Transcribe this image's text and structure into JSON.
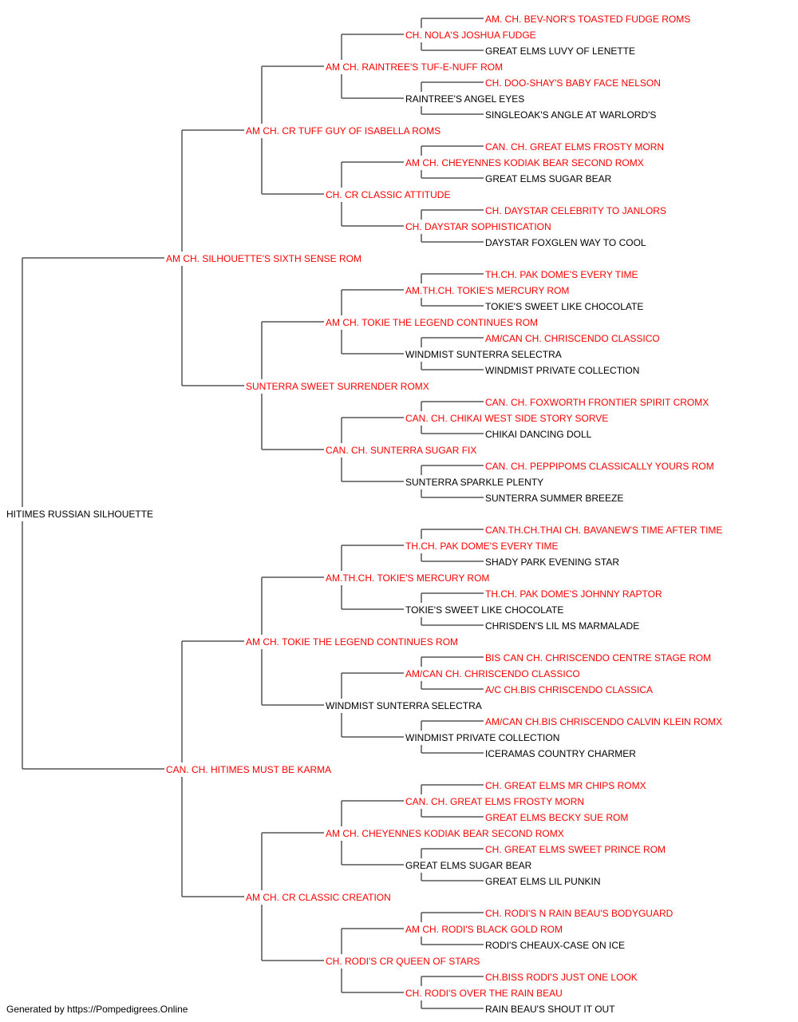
{
  "colors": {
    "champion": "#ff0000",
    "normal": "#000000",
    "connector": "#555555"
  },
  "pedigree": {
    "name": "HITIMES RUSSIAN SILHOUETTE",
    "champion": false,
    "sire": {
      "name": "AM CH. SILHOUETTE'S SIXTH SENSE ROM",
      "champion": true,
      "sire": {
        "name": "AM CH. CR TUFF GUY OF ISABELLA ROMS",
        "champion": true,
        "sire": {
          "name": "AM CH. RAINTREE'S TUF-E-NUFF ROM",
          "champion": true,
          "sire": {
            "name": "CH. NOLA'S JOSHUA FUDGE",
            "champion": true,
            "sire": {
              "name": "AM. CH. BEV-NOR'S TOASTED FUDGE ROMS",
              "champion": true
            },
            "dam": {
              "name": "GREAT ELMS LUVY OF LENETTE",
              "champion": false
            }
          },
          "dam": {
            "name": "RAINTREE'S ANGEL EYES",
            "champion": false,
            "sire": {
              "name": "CH. DOO-SHAY'S BABY FACE NELSON",
              "champion": true
            },
            "dam": {
              "name": "SINGLEOAK'S ANGLE AT WARLORD'S",
              "champion": false
            }
          }
        },
        "dam": {
          "name": "CH. CR CLASSIC ATTITUDE",
          "champion": true,
          "sire": {
            "name": "AM CH. CHEYENNES KODIAK BEAR SECOND ROMX",
            "champion": true,
            "sire": {
              "name": "CAN. CH. GREAT ELMS FROSTY MORN",
              "champion": true
            },
            "dam": {
              "name": "GREAT ELMS SUGAR BEAR",
              "champion": false
            }
          },
          "dam": {
            "name": "CH. DAYSTAR SOPHISTICATION",
            "champion": true,
            "sire": {
              "name": "CH. DAYSTAR CELEBRITY TO JANLORS",
              "champion": true
            },
            "dam": {
              "name": "DAYSTAR FOXGLEN WAY TO COOL",
              "champion": false
            }
          }
        }
      },
      "dam": {
        "name": "SUNTERRA SWEET SURRENDER ROMX",
        "champion": true,
        "sire": {
          "name": "AM CH. TOKIE THE LEGEND CONTINUES ROM",
          "champion": true,
          "sire": {
            "name": "AM.TH.CH. TOKIE'S MERCURY ROM",
            "champion": true,
            "sire": {
              "name": "TH.CH. PAK DOME'S EVERY TIME",
              "champion": true
            },
            "dam": {
              "name": "TOKIE'S SWEET LIKE CHOCOLATE",
              "champion": false
            }
          },
          "dam": {
            "name": "WINDMIST SUNTERRA SELECTRA",
            "champion": false,
            "sire": {
              "name": "AM/CAN CH. CHRISCENDO CLASSICO",
              "champion": true
            },
            "dam": {
              "name": "WINDMIST PRIVATE COLLECTION",
              "champion": false
            }
          }
        },
        "dam": {
          "name": "CAN. CH. SUNTERRA SUGAR FIX",
          "champion": true,
          "sire": {
            "name": "CAN. CH. CHIKAI WEST SIDE STORY SORVE",
            "champion": true,
            "sire": {
              "name": "CAN. CH. FOXWORTH FRONTIER SPIRIT CROMX",
              "champion": true
            },
            "dam": {
              "name": "CHIKAI DANCING DOLL",
              "champion": false
            }
          },
          "dam": {
            "name": "SUNTERRA SPARKLE PLENTY",
            "champion": false,
            "sire": {
              "name": "CAN. CH. PEPPIPOMS CLASSICALLY YOURS ROM",
              "champion": true
            },
            "dam": {
              "name": "SUNTERRA SUMMER BREEZE",
              "champion": false
            }
          }
        }
      }
    },
    "dam": {
      "name": "CAN. CH. HITIMES MUST BE KARMA",
      "champion": true,
      "sire": {
        "name": "AM CH. TOKIE THE LEGEND CONTINUES ROM",
        "champion": true,
        "sire": {
          "name": "AM.TH.CH. TOKIE'S MERCURY ROM",
          "champion": true,
          "sire": {
            "name": "TH.CH. PAK DOME'S EVERY TIME",
            "champion": true,
            "sire": {
              "name": "CAN.TH.CH.THAI CH. BAVANEW'S TIME AFTER TIME",
              "champion": true
            },
            "dam": {
              "name": "SHADY PARK EVENING STAR",
              "champion": false
            }
          },
          "dam": {
            "name": "TOKIE'S SWEET LIKE CHOCOLATE",
            "champion": false,
            "sire": {
              "name": "TH.CH. PAK DOME'S JOHNNY RAPTOR",
              "champion": true
            },
            "dam": {
              "name": "CHRISDEN'S LIL MS MARMALADE",
              "champion": false
            }
          }
        },
        "dam": {
          "name": "WINDMIST SUNTERRA SELECTRA",
          "champion": false,
          "sire": {
            "name": "AM/CAN CH. CHRISCENDO CLASSICO",
            "champion": true,
            "sire": {
              "name": "BIS CAN CH. CHRISCENDO CENTRE STAGE ROM",
              "champion": true
            },
            "dam": {
              "name": "A/C CH.BIS CHRISCENDO CLASSICA",
              "champion": true
            }
          },
          "dam": {
            "name": "WINDMIST PRIVATE COLLECTION",
            "champion": false,
            "sire": {
              "name": "AM/CAN CH.BIS CHRISCENDO CALVIN KLEIN ROMX",
              "champion": true
            },
            "dam": {
              "name": "ICERAMAS COUNTRY CHARMER",
              "champion": false
            }
          }
        }
      },
      "dam": {
        "name": "AM CH. CR CLASSIC CREATION",
        "champion": true,
        "sire": {
          "name": "AM CH. CHEYENNES KODIAK BEAR SECOND ROMX",
          "champion": true,
          "sire": {
            "name": "CAN. CH. GREAT ELMS FROSTY MORN",
            "champion": true,
            "sire": {
              "name": "CH. GREAT ELMS MR CHIPS ROMX",
              "champion": true
            },
            "dam": {
              "name": "GREAT ELMS BECKY SUE ROM",
              "champion": true
            }
          },
          "dam": {
            "name": "GREAT ELMS SUGAR BEAR",
            "champion": false,
            "sire": {
              "name": "CH. GREAT ELMS SWEET PRINCE ROM",
              "champion": true
            },
            "dam": {
              "name": "GREAT ELMS LIL PUNKIN",
              "champion": false
            }
          }
        },
        "dam": {
          "name": "CH. RODI'S CR QUEEN OF STARS",
          "champion": true,
          "sire": {
            "name": "AM CH. RODI'S BLACK GOLD ROM",
            "champion": true,
            "sire": {
              "name": "CH. RODI'S N RAIN BEAU'S BODYGUARD",
              "champion": true
            },
            "dam": {
              "name": "RODI'S CHEAUX-CASE ON ICE",
              "champion": false
            }
          },
          "dam": {
            "name": "CH. RODI'S OVER THE RAIN BEAU",
            "champion": true,
            "sire": {
              "name": "CH.BISS RODI'S JUST ONE LOOK",
              "champion": true
            },
            "dam": {
              "name": "RAIN BEAU'S SHOUT IT OUT",
              "champion": false
            }
          }
        }
      }
    }
  },
  "footer": {
    "text": "Generated by https://Pompedigrees.Online"
  }
}
